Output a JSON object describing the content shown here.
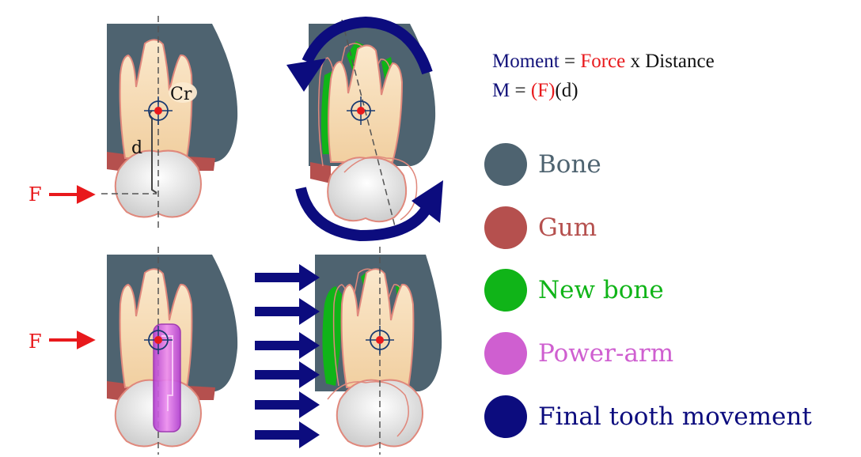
{
  "colors": {
    "bone": "#4e6370",
    "gum": "#b5504e",
    "new_bone": "#10b418",
    "power_arm": "#cf5fd0",
    "movement": "#0c0c7e",
    "force": "#e8191c",
    "crown_fill": "#ececec",
    "root_fill": "#f6dcb6",
    "tooth_outline": "#e0887c"
  },
  "labels": {
    "cr": "Cr",
    "d": "d",
    "force_top": "F",
    "force_bottom": "F"
  },
  "formula": {
    "line1_moment": "Moment",
    "line1_eq": " = ",
    "line1_force": "Force",
    "line1_x": " x ",
    "line1_distance": "Distance",
    "line2_m": "M",
    "line2_eq": " = ",
    "line2_f": "(F)",
    "line2_d": "(d)"
  },
  "legend": [
    {
      "label": "Bone",
      "color": "#4e6370",
      "text_color": "#4e6370"
    },
    {
      "label": "Gum",
      "color": "#b5504e",
      "text_color": "#b5504e"
    },
    {
      "label": "New bone",
      "color": "#10b418",
      "text_color": "#10b418"
    },
    {
      "label": "Power-arm",
      "color": "#cf5fd0",
      "text_color": "#cf5fd0"
    },
    {
      "label": "Final tooth movement",
      "color": "#0c0c7e",
      "text_color": "#0c0c7e"
    }
  ]
}
